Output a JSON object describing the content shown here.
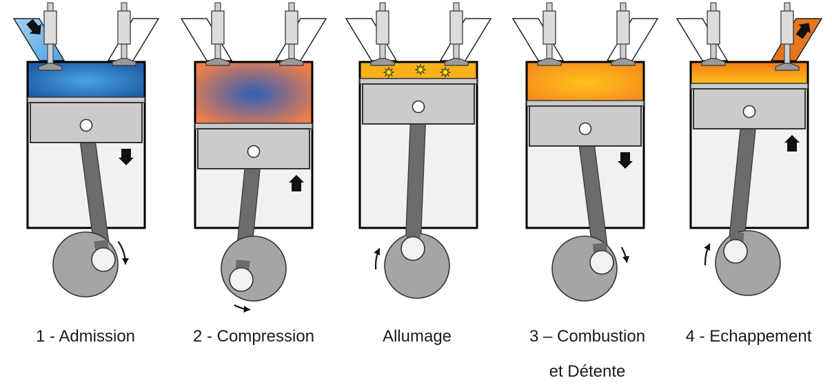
{
  "stages": [
    {
      "id": "admission",
      "label_lines": [
        "1 - Admission"
      ],
      "chamber_fill": "intake",
      "piston_motion": "down",
      "crank_rotation": "clockwise",
      "intake_valve": "open",
      "exhaust_valve": "closed",
      "sparks": false
    },
    {
      "id": "compression",
      "label_lines": [
        "2 - Compression"
      ],
      "chamber_fill": "compression",
      "piston_motion": "up",
      "crank_rotation": "counterclockwise",
      "intake_valve": "closed",
      "exhaust_valve": "closed",
      "sparks": false
    },
    {
      "id": "allumage",
      "label_lines": [
        "Allumage"
      ],
      "chamber_fill": "ignition",
      "piston_motion": "none",
      "crank_rotation": "clockwise",
      "intake_valve": "closed",
      "exhaust_valve": "closed",
      "sparks": true
    },
    {
      "id": "combustion",
      "label_lines": [
        "3 – Combustion",
        "et Détente"
      ],
      "chamber_fill": "combustion",
      "piston_motion": "down",
      "crank_rotation": "clockwise",
      "intake_valve": "closed",
      "exhaust_valve": "closed",
      "sparks": false
    },
    {
      "id": "echappement",
      "label_lines": [
        "4 - Echappement"
      ],
      "chamber_fill": "exhaust",
      "piston_motion": "up",
      "crank_rotation": "clockwise",
      "intake_valve": "closed",
      "exhaust_valve": "open",
      "sparks": false
    }
  ],
  "colors": {
    "intake_center": "#4aa3e6",
    "intake_edge": "#1f5fa5",
    "compression_center": "#2f5fb8",
    "compression_edge": "#f07e4a",
    "ignition": "#f7b11a",
    "combustion_center": "#ffc21a",
    "combustion_edge": "#f58a1f",
    "exhaust_top": "#f57c14",
    "exhaust_bottom": "#ffc21a",
    "exhaust_port": "#e4761e",
    "cylinder_bg": "#f1f1f1",
    "piston": "#cbcbcd",
    "rod": "#6e6b6b",
    "crank": "#a5a5a5",
    "valve": "#cfcfcf",
    "outline": "#000000"
  }
}
